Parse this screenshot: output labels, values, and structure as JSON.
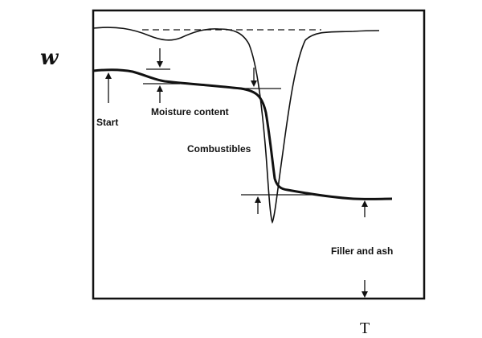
{
  "axes": {
    "y_label": "w",
    "x_label": "T"
  },
  "annotations": {
    "start": "Start",
    "moisture": "Moisture content",
    "combustibles": "Combustibles",
    "filler": "Filler and ash"
  },
  "colors": {
    "ink": "#111111",
    "background": "#ffffff"
  }
}
